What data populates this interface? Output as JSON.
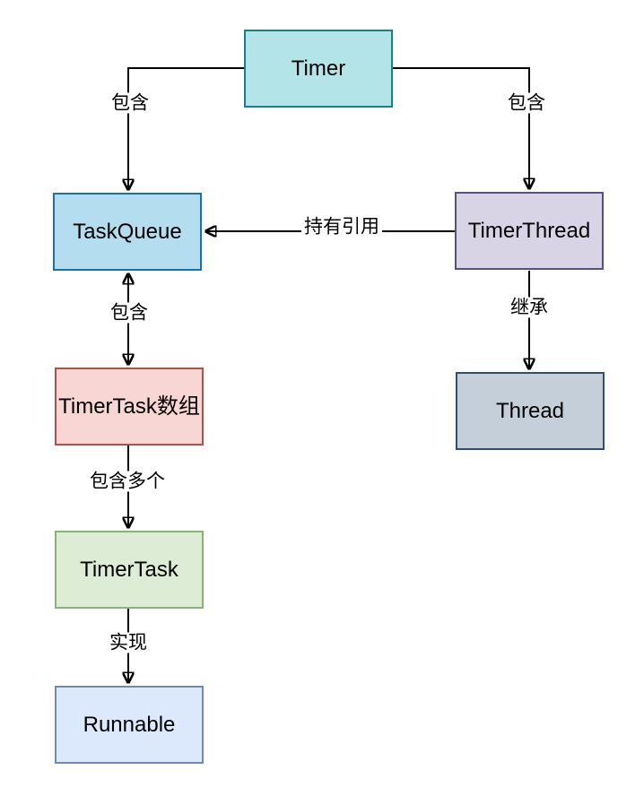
{
  "diagram": {
    "background_color": "#ffffff",
    "edge_color": "#000000",
    "nodes": [
      {
        "id": "timer",
        "label": "Timer",
        "fill": "#b2e4e8",
        "stroke": "#12828c"
      },
      {
        "id": "task-queue",
        "label": "TaskQueue",
        "fill": "#b5ddf0",
        "stroke": "#1a73a8"
      },
      {
        "id": "timer-thread",
        "label": "TimerThread",
        "fill": "#d8d4e6",
        "stroke": "#56517e"
      },
      {
        "id": "timertask-array",
        "label": "TimerTask数组",
        "fill": "#f8d6d3",
        "stroke": "#b05149"
      },
      {
        "id": "thread",
        "label": "Thread",
        "fill": "#c5cfda",
        "stroke": "#314f6b"
      },
      {
        "id": "timer-task",
        "label": "TimerTask",
        "fill": "#dcecd5",
        "stroke": "#88b56e"
      },
      {
        "id": "runnable",
        "label": "Runnable",
        "fill": "#dce8fb",
        "stroke": "#7189b8"
      }
    ],
    "edges": [
      {
        "from": "Timer",
        "to": "TaskQueue",
        "label": "包含",
        "arrow": "single"
      },
      {
        "from": "Timer",
        "to": "TimerThread",
        "label": "包含",
        "arrow": "single"
      },
      {
        "from": "TimerThread",
        "to": "TaskQueue",
        "label": "持有引用",
        "arrow": "single"
      },
      {
        "from": "TaskQueue",
        "to": "TimerTask数组",
        "label": "包含",
        "arrow": "double"
      },
      {
        "from": "TimerTask数组",
        "to": "TimerTask",
        "label": "包含多个",
        "arrow": "single"
      },
      {
        "from": "TimerTask",
        "to": "Runnable",
        "label": "实现",
        "arrow": "single"
      },
      {
        "from": "TimerThread",
        "to": "Thread",
        "label": "继承",
        "arrow": "single"
      }
    ]
  }
}
